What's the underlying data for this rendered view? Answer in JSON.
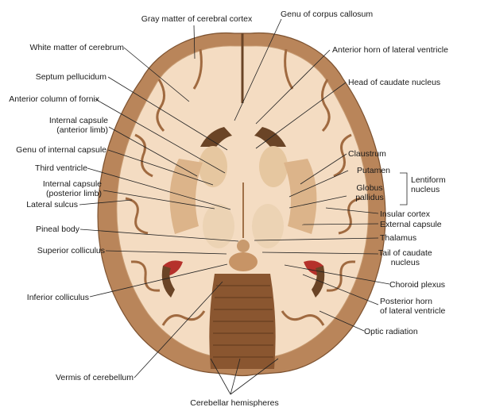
{
  "labels": {
    "gray_matter": "Gray matter of cerebral cortex",
    "genu_corpus": "Genu of corpus callosum",
    "white_matter": "White matter of cerebrum",
    "anterior_horn": "Anterior horn of lateral ventricle",
    "septum": "Septum pellucidum",
    "head_caudate": "Head of caudate nucleus",
    "anterior_column": "Anterior column of fornix",
    "internal_capsule_ant": "Internal capsule\n(anterior limb)",
    "genu_internal": "Genu of internal capsule",
    "claustrum": "Claustrum",
    "third_ventricle": "Third ventricle",
    "putamen": "Putamen",
    "lentiform": "Lentiform\nnucleus",
    "internal_capsule_post": "Internal capsule\n(posterior limb)",
    "globus": "Globus\npallidus",
    "lateral_sulcus": "Lateral sulcus",
    "insular": "Insular cortex",
    "external_capsule": "External capsule",
    "pineal": "Pineal body",
    "thalamus": "Thalamus",
    "superior_colliculus": "Superior colliculus",
    "tail_caudate": "Tail of caudate\nnucleus",
    "choroid": "Choroid plexus",
    "inferior_colliculus": "Inferior colliculus",
    "posterior_horn": "Posterior horn\nof lateral ventricle",
    "optic_radiation": "Optic radiation",
    "vermis": "Vermis of cerebellum",
    "cerebellar": "Cerebellar hemispheres"
  }
}
